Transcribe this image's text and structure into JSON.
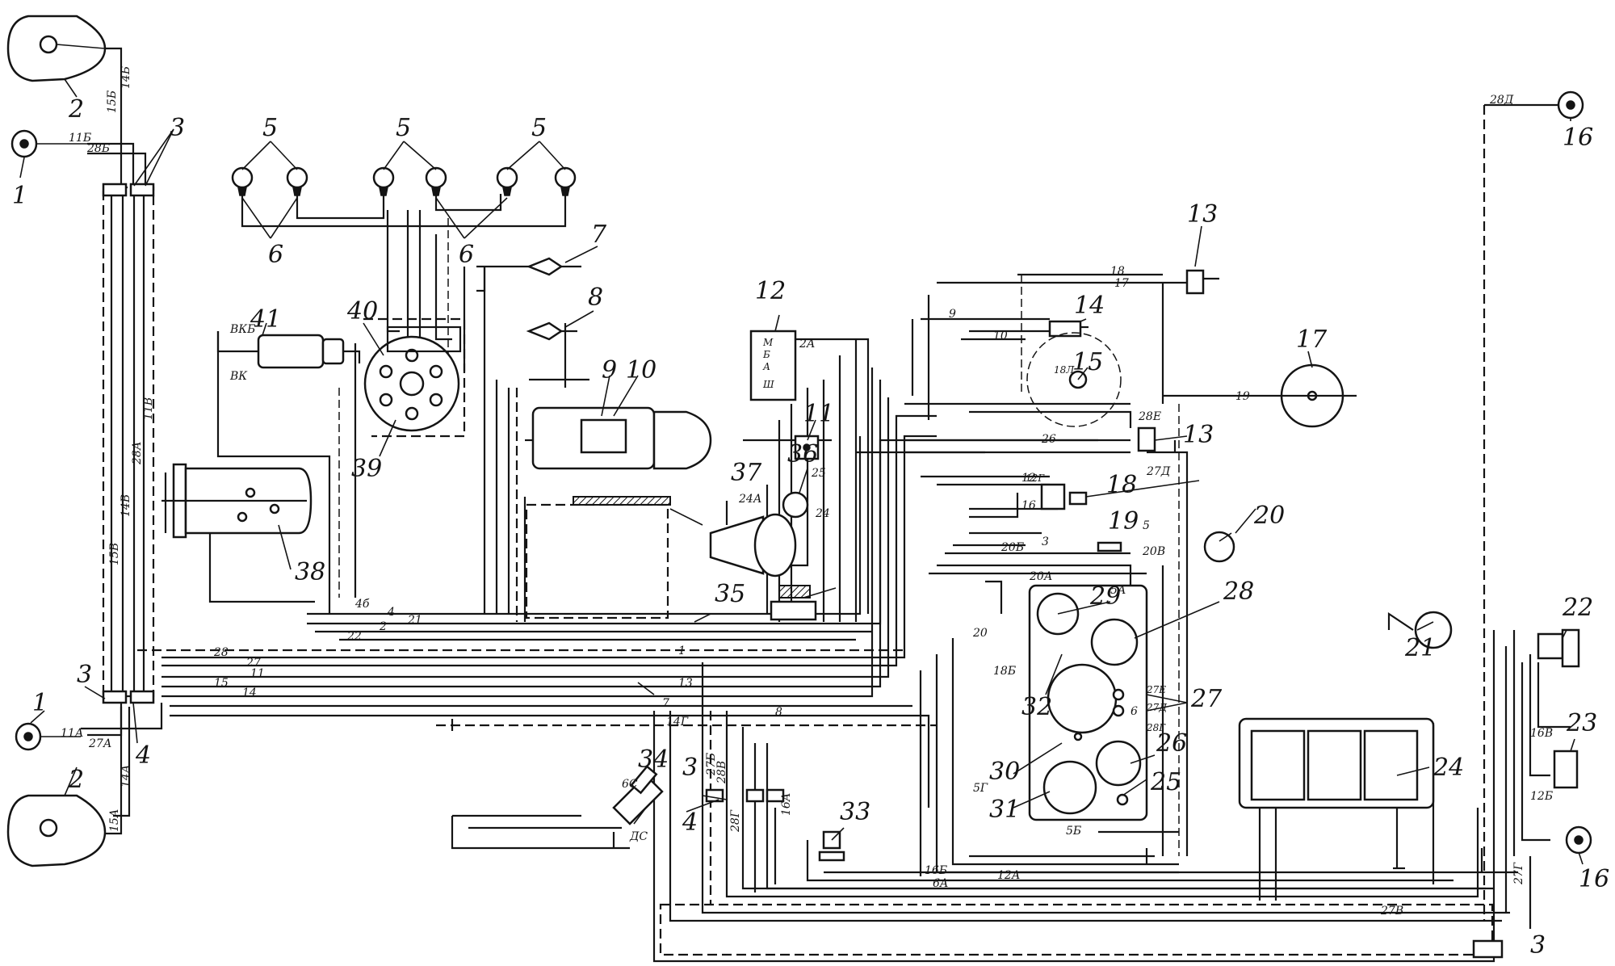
{
  "diagram": {
    "components": [
      {
        "id": "c1a",
        "label": "1"
      },
      {
        "id": "c2a",
        "label": "2"
      },
      {
        "id": "c3a",
        "label": "3"
      },
      {
        "id": "c5a",
        "label": "5"
      },
      {
        "id": "c5b",
        "label": "5"
      },
      {
        "id": "c5c",
        "label": "5"
      },
      {
        "id": "c6a",
        "label": "6"
      },
      {
        "id": "c6b",
        "label": "6"
      },
      {
        "id": "c7",
        "label": "7"
      },
      {
        "id": "c8",
        "label": "8"
      },
      {
        "id": "c9",
        "label": "9"
      },
      {
        "id": "c10",
        "label": "10"
      },
      {
        "id": "c11",
        "label": "11"
      },
      {
        "id": "c12",
        "label": "12"
      },
      {
        "id": "c13a",
        "label": "13"
      },
      {
        "id": "c13b",
        "label": "13"
      },
      {
        "id": "c14",
        "label": "14"
      },
      {
        "id": "c15",
        "label": "15"
      },
      {
        "id": "c16a",
        "label": "16"
      },
      {
        "id": "c16b",
        "label": "16"
      },
      {
        "id": "c17",
        "label": "17"
      },
      {
        "id": "c18",
        "label": "18"
      },
      {
        "id": "c19",
        "label": "19"
      },
      {
        "id": "c20",
        "label": "20"
      },
      {
        "id": "c21",
        "label": "21"
      },
      {
        "id": "c22",
        "label": "22"
      },
      {
        "id": "c23",
        "label": "23"
      },
      {
        "id": "c24",
        "label": "24"
      },
      {
        "id": "c25",
        "label": "25"
      },
      {
        "id": "c26",
        "label": "26"
      },
      {
        "id": "c27",
        "label": "27"
      },
      {
        "id": "c28",
        "label": "28"
      },
      {
        "id": "c29",
        "label": "29"
      },
      {
        "id": "c30",
        "label": "30"
      },
      {
        "id": "c31",
        "label": "31"
      },
      {
        "id": "c32",
        "label": "32"
      },
      {
        "id": "c33",
        "label": "33"
      },
      {
        "id": "c34",
        "label": "34"
      },
      {
        "id": "c35",
        "label": "35"
      },
      {
        "id": "c36",
        "label": "36"
      },
      {
        "id": "c37",
        "label": "37"
      },
      {
        "id": "c38",
        "label": "38"
      },
      {
        "id": "c39",
        "label": "39"
      },
      {
        "id": "c40",
        "label": "40"
      },
      {
        "id": "c41",
        "label": "41"
      },
      {
        "id": "c1b",
        "label": "1"
      },
      {
        "id": "c2b",
        "label": "2"
      },
      {
        "id": "c3b",
        "label": "3"
      },
      {
        "id": "c4a",
        "label": "4"
      },
      {
        "id": "c3c",
        "label": "3"
      },
      {
        "id": "c4b",
        "label": "4"
      },
      {
        "id": "c3d",
        "label": "3"
      }
    ],
    "wire_labels": [
      "14Б",
      "15Б",
      "11Б",
      "28Б",
      "15В",
      "14В",
      "28А",
      "11В",
      "27А",
      "11А",
      "15А",
      "14А",
      "28",
      "27",
      "11",
      "15",
      "14",
      "4б",
      "4",
      "21",
      "22",
      "2",
      "1",
      "13",
      "7",
      "8",
      "14Г",
      "9",
      "10",
      "12",
      "6",
      "16",
      "5",
      "3",
      "17",
      "18",
      "19",
      "26",
      "28Е",
      "27Д",
      "20",
      "20Б",
      "20В",
      "20А",
      "24А",
      "24",
      "25",
      "2А",
      "18Б",
      "6А",
      "12А",
      "16А",
      "16Б",
      "28В",
      "27Б",
      "28Г",
      "27В",
      "28Д",
      "27Г",
      "16В",
      "12Б",
      "5Г",
      "5Б",
      "5А",
      "6С",
      "ДС",
      "ВКБ",
      "ВК",
      "М",
      "Б",
      "А",
      "Ш",
      "18Л",
      "28Г",
      "27Д",
      "12Г",
      "27Е"
    ]
  }
}
